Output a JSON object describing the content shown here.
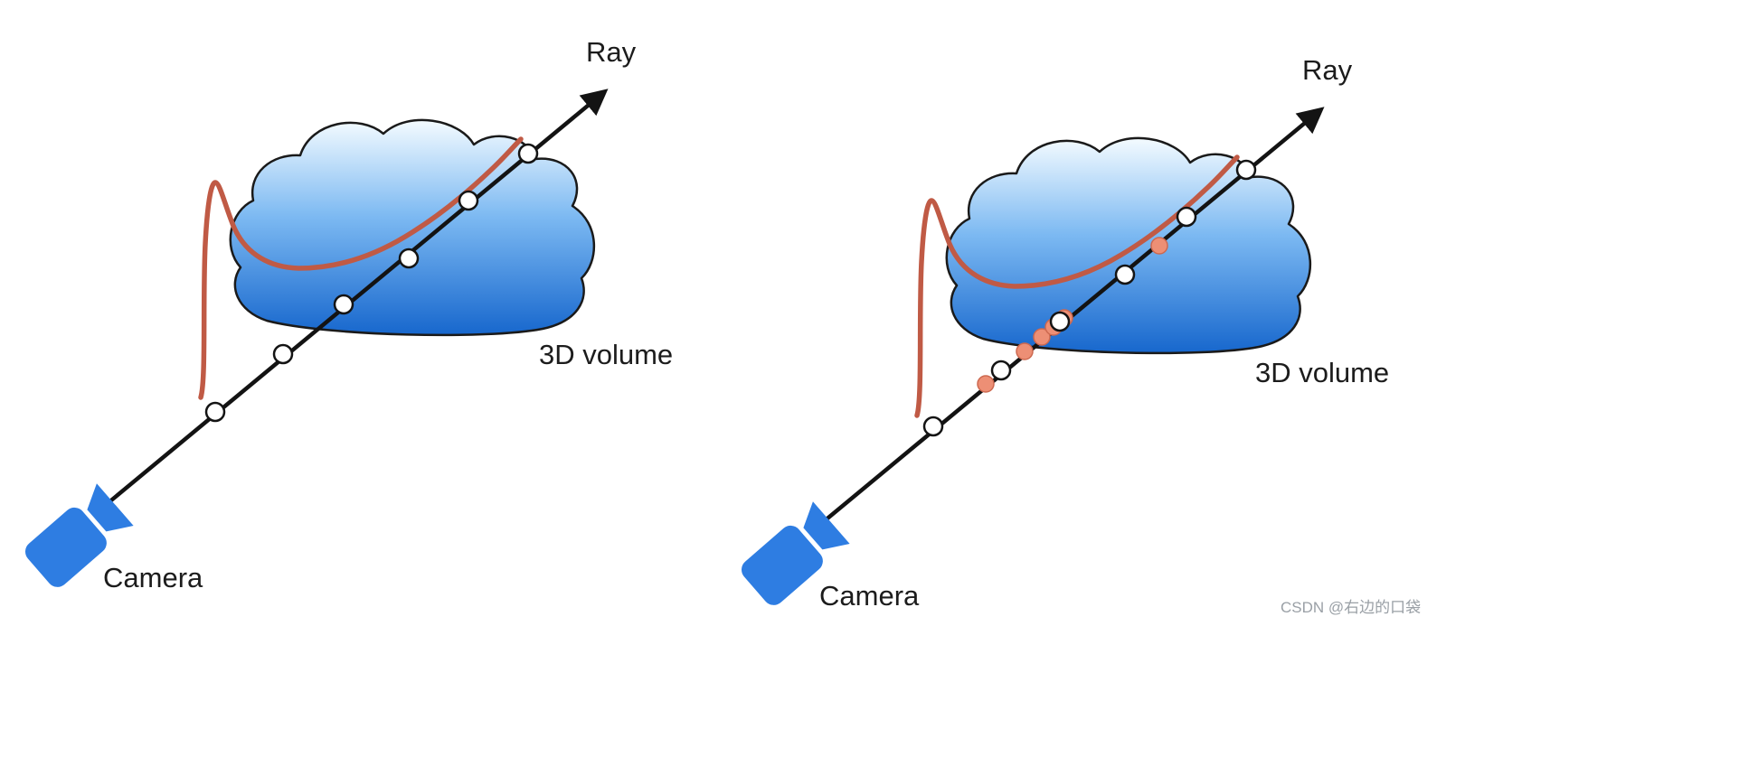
{
  "panels": [
    {
      "id": "left",
      "ray_label": "Ray",
      "volume_label": "3D volume",
      "camera_label": "Camera",
      "samples": {
        "coarse": [
          [
            238,
            456
          ],
          [
            313,
            392
          ],
          [
            380,
            337
          ],
          [
            452,
            286
          ],
          [
            518,
            222
          ],
          [
            584,
            170
          ]
        ],
        "fine": []
      }
    },
    {
      "id": "right",
      "ray_label": "Ray",
      "volume_label": "3D volume",
      "camera_label": "Camera",
      "samples": {
        "coarse": [
          [
            240,
            452
          ],
          [
            315,
            390
          ],
          [
            380,
            336
          ],
          [
            452,
            284
          ],
          [
            520,
            220
          ],
          [
            586,
            168
          ]
        ],
        "fine": [
          [
            298,
            405
          ],
          [
            341,
            369
          ],
          [
            360,
            353
          ],
          [
            373,
            342
          ],
          [
            385,
            332
          ],
          [
            490,
            252
          ]
        ]
      }
    }
  ],
  "watermark": {
    "text": "CSDN @右边的口袋"
  },
  "colors": {
    "ray": "#131313",
    "density_curve": "#c05a45",
    "camera": "#2e7de2",
    "cloud_top": "#f4fbff",
    "cloud_mid": "#7cb9f2",
    "cloud_bottom": "#1767cd",
    "sample_coarse_fill": "#ffffff",
    "sample_coarse_stroke": "#141414",
    "sample_fine_fill": "#ed8f75",
    "sample_fine_stroke": "#cd6950",
    "watermark": "#9aa0a6"
  }
}
